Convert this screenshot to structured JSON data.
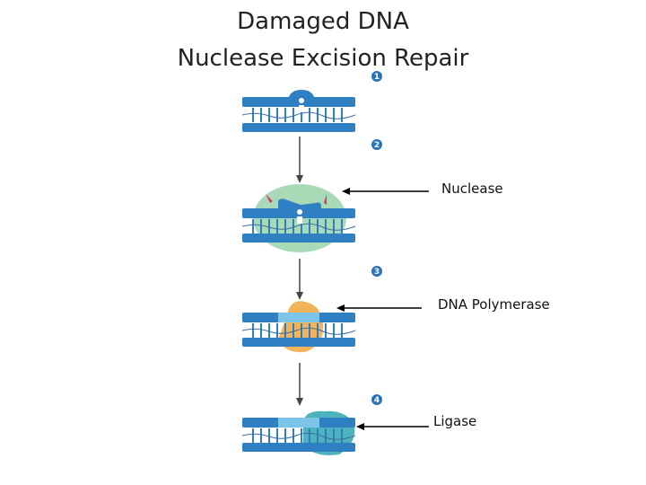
{
  "title": {
    "line1": "Damaged DNA",
    "line2": "Nuclease Excision Repair"
  },
  "steps": [
    "1",
    "2",
    "3",
    "4"
  ],
  "labels": {
    "nuclease": "Nuclease",
    "polymerase": "DNA Polymerase",
    "ligase": "Ligase"
  },
  "colors": {
    "dna_strand": "#2f7fc3",
    "dna_strand_dark": "#1f5f9a",
    "new_strand": "#7cc4e8",
    "nuclease_enzyme": "#9fd6b0",
    "polymerase_enzyme": "#f2b35a",
    "ligase_enzyme": "#3aaab5",
    "step_badge": "#2a74b8",
    "damage_arrow": "#d23a6a"
  }
}
